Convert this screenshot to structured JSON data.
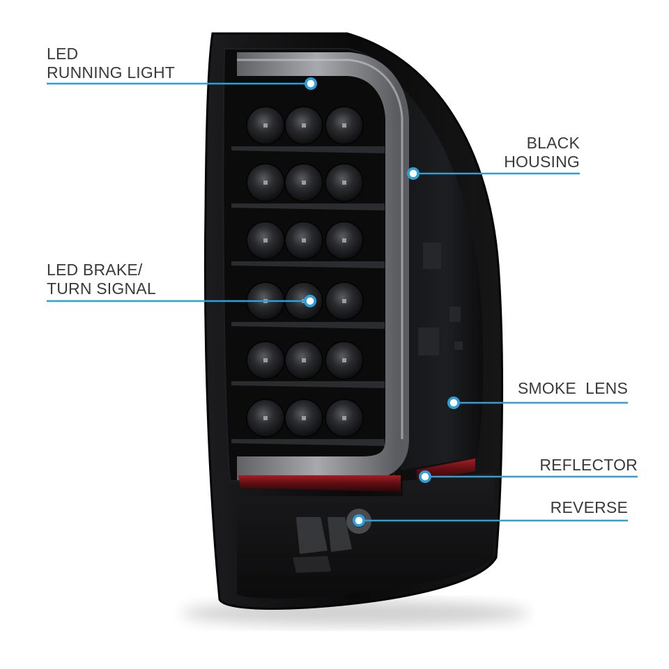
{
  "callouts": {
    "running_light": {
      "line1": "LED",
      "line2": "RUNNING LIGHT"
    },
    "brake_turn": {
      "line1": "LED BRAKE/",
      "line2": "TURN SIGNAL"
    },
    "housing": {
      "line1": "BLACK",
      "line2": "HOUSING"
    },
    "smoke_lens": {
      "line1": "SMOKE  LENS"
    },
    "reflector": {
      "line1": "REFLECTOR"
    },
    "reverse": {
      "line1": "REVERSE"
    }
  },
  "colors": {
    "callout_line": "#2f9fd8",
    "label_text": "#3a3a3a",
    "housing": "#0d0d0e",
    "reflector_red": "#7a1418",
    "light_bar": "#8a8d90"
  }
}
